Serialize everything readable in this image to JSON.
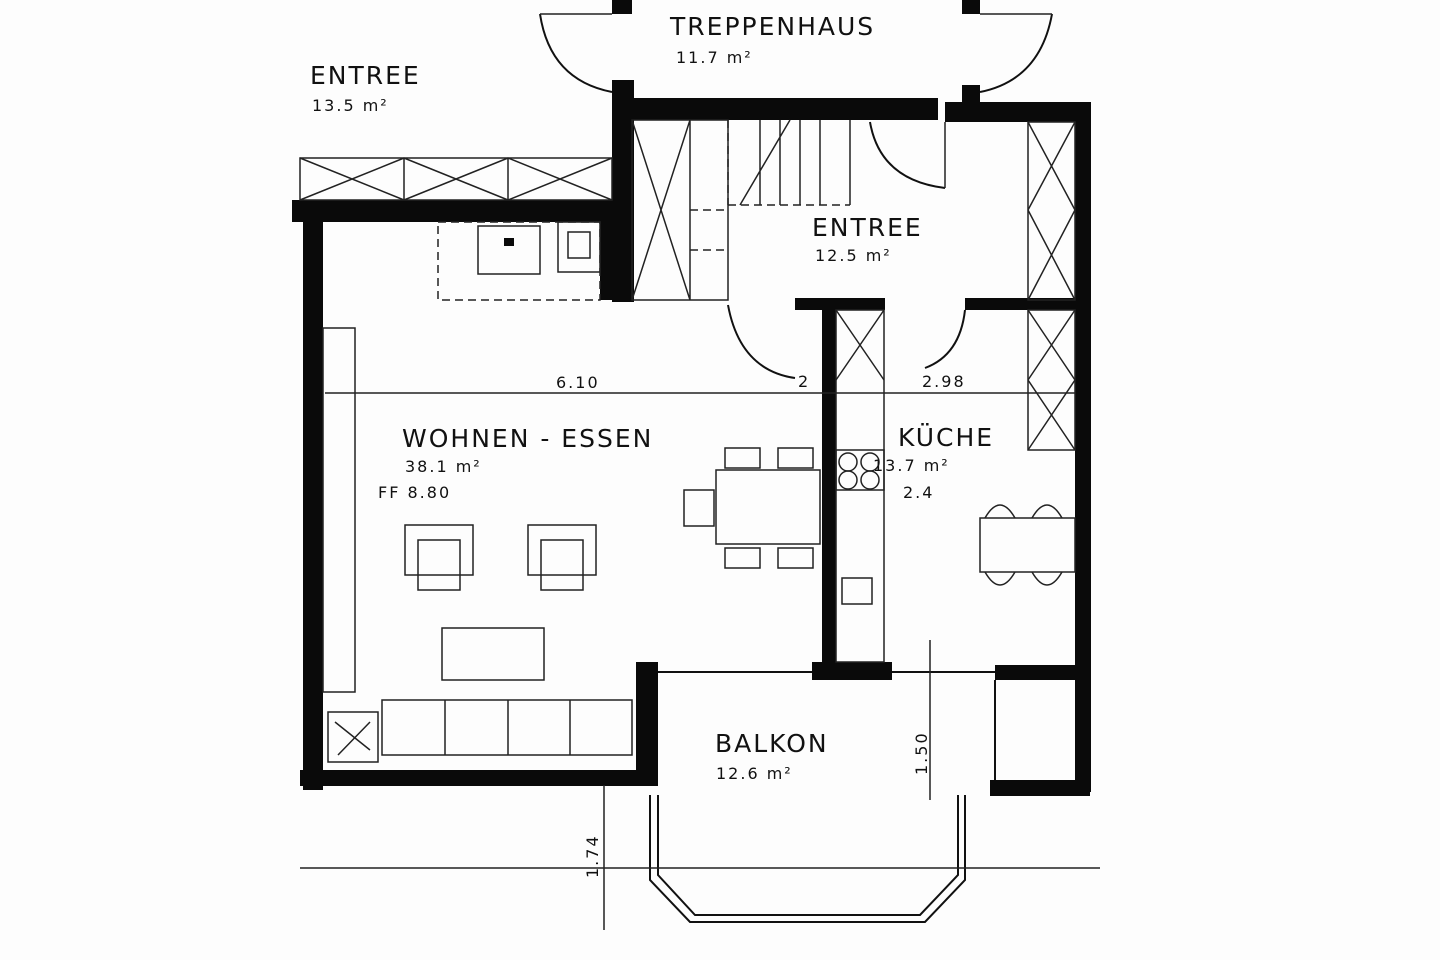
{
  "rooms": {
    "treppenhaus": {
      "name": "TREPPENHAUS",
      "area": "11.7 m²"
    },
    "entree_left": {
      "name": "ENTREE",
      "area": "13.5 m²"
    },
    "entree_right": {
      "name": "ENTREE",
      "area": "12.5 m²"
    },
    "wohnen_essen": {
      "name": "WOHNEN - ESSEN",
      "area": "38.1 m²",
      "ff": "FF 8.80"
    },
    "kueche": {
      "name": "KÜCHE",
      "area": "13.7 m²",
      "height": "2.4"
    },
    "balkon": {
      "name": "BALKON",
      "area": "12.6 m²"
    }
  },
  "dimensions": {
    "wohnen_width": "6.10",
    "door_mark": "2",
    "kueche_width": "2.98",
    "balkon_depth": "1.50",
    "bay_depth": "1.74"
  },
  "colors": {
    "ink": "#0a0a0a",
    "paper": "#fdfdfd"
  }
}
